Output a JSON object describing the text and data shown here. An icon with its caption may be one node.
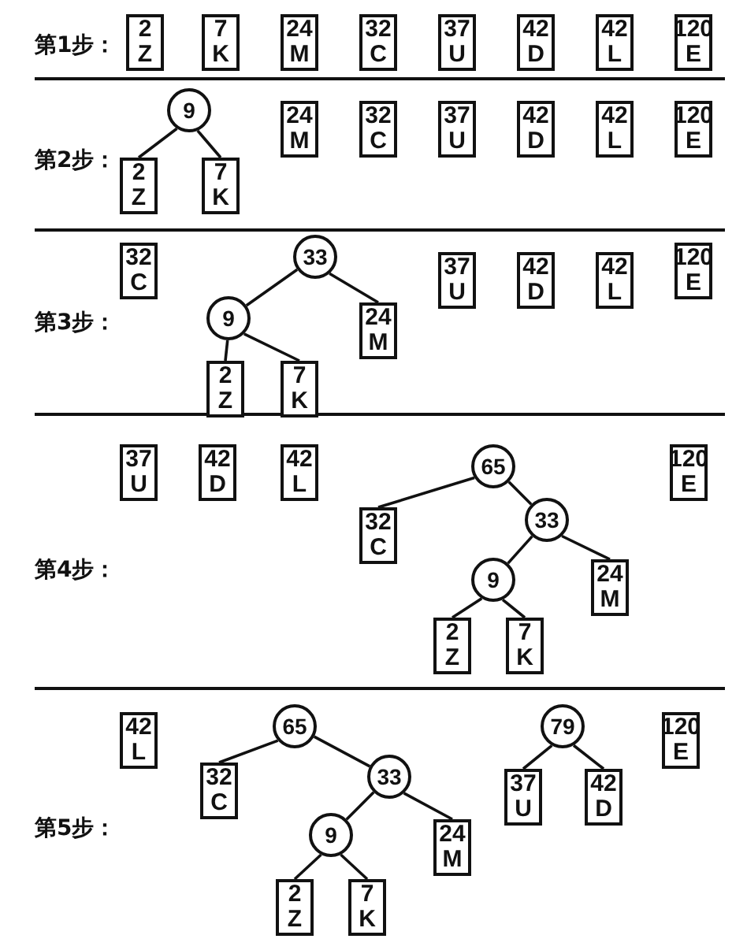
{
  "diagram": {
    "nodes": [
      {
        "text": [
          "2",
          "Z"
        ]
      },
      {
        "text": [
          "7",
          "K"
        ]
      },
      {
        "text": [
          "24",
          "M"
        ]
      },
      {
        "text": [
          "32",
          "C"
        ]
      },
      {
        "text": [
          "37",
          "U"
        ]
      },
      {
        "text": [
          "42",
          "D"
        ]
      },
      {
        "text": [
          "42",
          "L"
        ]
      },
      {
        "text": [
          "120",
          "E"
        ]
      },
      {
        "text": [
          "9"
        ]
      },
      {
        "text": [
          "2",
          "Z"
        ]
      },
      {
        "text": [
          "7",
          "K"
        ]
      },
      {
        "text": [
          "24",
          "M"
        ]
      },
      {
        "text": [
          "32",
          "C"
        ]
      },
      {
        "text": [
          "37",
          "U"
        ]
      },
      {
        "text": [
          "42",
          "D"
        ]
      },
      {
        "text": [
          "42",
          "L"
        ]
      },
      {
        "text": [
          "120",
          "E"
        ]
      },
      {
        "text": [
          "32",
          "C"
        ]
      },
      {
        "text": [
          "33"
        ]
      },
      {
        "text": [
          "9"
        ]
      },
      {
        "text": [
          "24",
          "M"
        ]
      },
      {
        "text": [
          "2",
          "Z"
        ]
      },
      {
        "text": [
          "7",
          "K"
        ]
      },
      {
        "text": [
          "37",
          "U"
        ]
      },
      {
        "text": [
          "42",
          "D"
        ]
      },
      {
        "text": [
          "42",
          "L"
        ]
      },
      {
        "text": [
          "120",
          "E"
        ]
      },
      {
        "text": [
          "37",
          "U"
        ]
      },
      {
        "text": [
          "42",
          "D"
        ]
      },
      {
        "text": [
          "42",
          "L"
        ]
      },
      {
        "text": [
          "65"
        ]
      },
      {
        "text": [
          "32",
          "C"
        ]
      },
      {
        "text": [
          "33"
        ]
      },
      {
        "text": [
          "9"
        ]
      },
      {
        "text": [
          "24",
          "M"
        ]
      },
      {
        "text": [
          "2",
          "Z"
        ]
      },
      {
        "text": [
          "7",
          "K"
        ]
      },
      {
        "text": [
          "120",
          "E"
        ]
      },
      {
        "text": [
          "42",
          "L"
        ]
      },
      {
        "text": [
          "65"
        ]
      },
      {
        "text": [
          "32",
          "C"
        ]
      },
      {
        "text": [
          "33"
        ]
      },
      {
        "text": [
          "9"
        ]
      },
      {
        "text": [
          "24",
          "M"
        ]
      },
      {
        "text": [
          "2",
          "Z"
        ]
      },
      {
        "text": [
          "7",
          "K"
        ]
      },
      {
        "text": [
          "79"
        ]
      },
      {
        "text": [
          "37",
          "U"
        ]
      },
      {
        "text": [
          "42",
          "D"
        ]
      },
      {
        "text": [
          "120",
          "E"
        ]
      }
    ],
    "edges": [
      {
        "from": 8,
        "to": 9,
        "arrow": "none"
      },
      {
        "from": 8,
        "to": 10,
        "arrow": "none"
      },
      {
        "from": 18,
        "to": 19,
        "arrow": "none"
      },
      {
        "from": 18,
        "to": 20,
        "arrow": "none"
      },
      {
        "from": 19,
        "to": 21,
        "arrow": "none"
      },
      {
        "from": 19,
        "to": 22,
        "arrow": "none"
      },
      {
        "from": 30,
        "to": 31,
        "arrow": "none"
      },
      {
        "from": 30,
        "to": 32,
        "arrow": "none"
      },
      {
        "from": 32,
        "to": 33,
        "arrow": "none"
      },
      {
        "from": 32,
        "to": 34,
        "arrow": "none"
      },
      {
        "from": 33,
        "to": 35,
        "arrow": "none"
      },
      {
        "from": 33,
        "to": 36,
        "arrow": "none"
      },
      {
        "from": 39,
        "to": 40,
        "arrow": "none"
      },
      {
        "from": 39,
        "to": 41,
        "arrow": "none"
      },
      {
        "from": 41,
        "to": 42,
        "arrow": "none"
      },
      {
        "from": 41,
        "to": 43,
        "arrow": "none"
      },
      {
        "from": 42,
        "to": 44,
        "arrow": "none"
      },
      {
        "from": 42,
        "to": 45,
        "arrow": "none"
      },
      {
        "from": 46,
        "to": 47,
        "arrow": "none"
      },
      {
        "from": 46,
        "to": 48,
        "arrow": "none"
      }
    ],
    "labels": [
      "第1步：",
      "第2步：",
      "第3步：",
      "第4步：",
      "第5步："
    ]
  }
}
